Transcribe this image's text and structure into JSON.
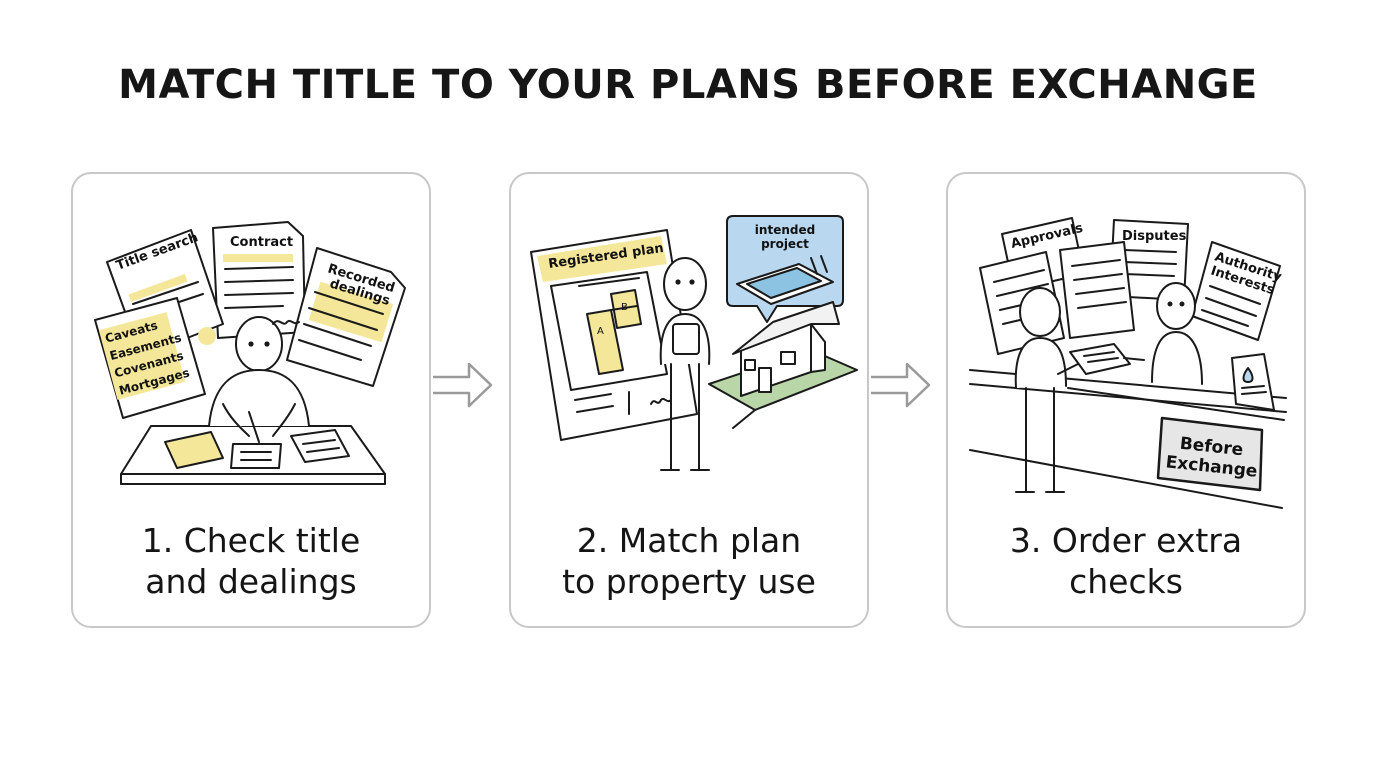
{
  "title": "MATCH TITLE TO YOUR PLANS BEFORE EXCHANGE",
  "steps": [
    {
      "caption_line1": "1. Check title",
      "caption_line2": "and dealings",
      "labels": {
        "title_search": "Title search",
        "contract": "Contract",
        "recorded": "Recorded",
        "dealings": "dealings",
        "caveats": "Caveats",
        "easements": "Easements",
        "covenants": "Covenants",
        "mortgages": "Mortgages"
      }
    },
    {
      "caption_line1": "2. Match plan",
      "caption_line2": "to property use",
      "labels": {
        "registered_plan": "Registered plan",
        "intended": "intended",
        "project": "project",
        "lot_a": "A",
        "lot_b": "B"
      }
    },
    {
      "caption_line1": "3. Order extra",
      "caption_line2": "checks",
      "labels": {
        "approvals": "Approvals",
        "disputes": "Disputes",
        "authority": "Authority",
        "interests": "Interests",
        "before": "Before",
        "exchange": "Exchange"
      }
    }
  ],
  "colors": {
    "highlight": "#f4e79a",
    "bubble": "#b9d7ee",
    "pool": "#8cc3e3",
    "grass": "#b8d6a8",
    "border": "#c8c8c8"
  }
}
